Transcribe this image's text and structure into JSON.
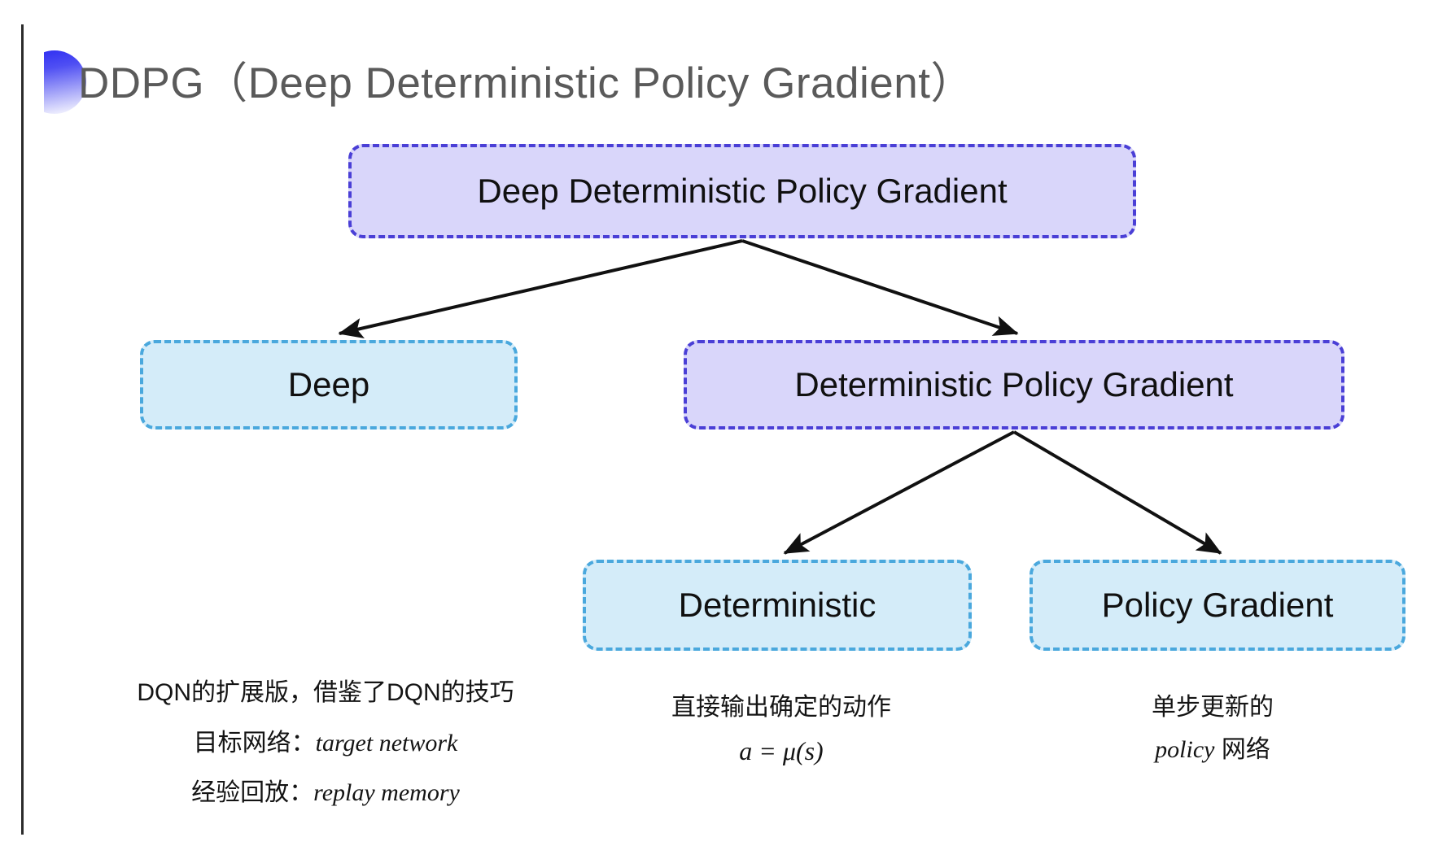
{
  "slide": {
    "title": "DDPG（Deep Deterministic Policy Gradient）",
    "background_color": "#ffffff",
    "accent_gradient_from": "#2b2bf2",
    "accent_gradient_to": "#ffffff",
    "title_color": "#5a5a5a"
  },
  "colors": {
    "purple_fill": "#d9d6fa",
    "purple_border": "#4a3fd6",
    "blue_fill": "#d4ecf9",
    "blue_border": "#4aa8dd",
    "arrow": "#111111"
  },
  "diagram": {
    "nodes": [
      {
        "id": "root",
        "label": "Deep Deterministic Policy Gradient",
        "style": "purple",
        "level": 0
      },
      {
        "id": "deep",
        "label": "Deep",
        "style": "blue",
        "level": 1
      },
      {
        "id": "dpg",
        "label": "Deterministic Policy Gradient",
        "style": "purple",
        "level": 1
      },
      {
        "id": "det",
        "label": "Deterministic",
        "style": "blue",
        "level": 2
      },
      {
        "id": "pg",
        "label": "Policy Gradient",
        "style": "blue",
        "level": 2
      }
    ],
    "edges": [
      {
        "from": "root",
        "to": "deep"
      },
      {
        "from": "root",
        "to": "dpg"
      },
      {
        "from": "dpg",
        "to": "det"
      },
      {
        "from": "dpg",
        "to": "pg"
      }
    ]
  },
  "notes": {
    "deep": {
      "line1": "DQN的扩展版，借鉴了DQN的技巧",
      "line2_label": "目标网络：",
      "line2_value": "target network",
      "line3_label": "经验回放：",
      "line3_value": "replay memory"
    },
    "deterministic": {
      "line1": "直接输出确定的动作",
      "formula": "a = μ(s)"
    },
    "policy_gradient": {
      "line1": "单步更新的",
      "line2_value": "policy",
      "line2_suffix": " 网络"
    }
  }
}
